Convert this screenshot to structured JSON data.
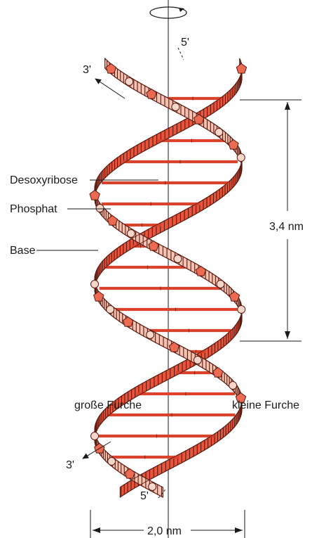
{
  "labels": {
    "top_five_prime": "5'",
    "top_three_prime": "3'",
    "bottom_three_prime": "3'",
    "bottom_five_prime": "5'",
    "deoxyribose": "Desoxyribose",
    "phosphate": "Phosphat",
    "base": "Base",
    "major_groove": "große Furche",
    "minor_groove": "kleine Furche",
    "pitch": "3,4 nm",
    "diameter": "2,0 nm"
  },
  "colors": {
    "strand_dark": "#e8553c",
    "strand_light": "#f6c3b2",
    "base_pair": "#d9432b",
    "outline": "#5a1a10"
  },
  "icons": {
    "rotation": "rotation-arrow-icon",
    "strand_direction": "arrowhead-icon"
  }
}
